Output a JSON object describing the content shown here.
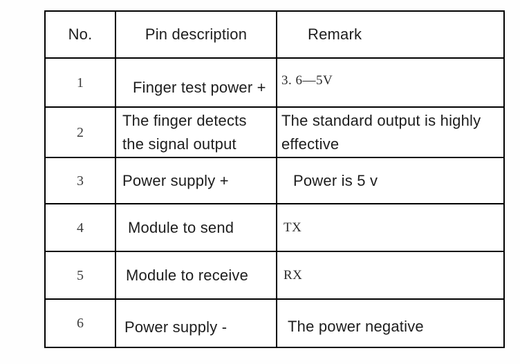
{
  "table": {
    "header": {
      "no": "No.",
      "pin": "Pin description",
      "remark": "Remark"
    },
    "rows": [
      {
        "no": "1",
        "pin_lines": [
          "Finger test power +"
        ],
        "remark_lines": [
          "3. 6—5V"
        ]
      },
      {
        "no": "2",
        "pin_lines": [
          "The finger detects",
          "the signal output"
        ],
        "remark_lines": [
          "The standard output is highly",
          "effective"
        ]
      },
      {
        "no": "3",
        "pin_lines": [
          "Power supply +"
        ],
        "remark_lines": [
          "Power is 5 v"
        ]
      },
      {
        "no": "4",
        "pin_lines": [
          "Module to send"
        ],
        "remark_lines": [
          "TX"
        ]
      },
      {
        "no": "5",
        "pin_lines": [
          "Module to receive"
        ],
        "remark_lines": [
          "RX"
        ]
      },
      {
        "no": "6",
        "pin_lines": [
          "Power supply -"
        ],
        "remark_lines": [
          "The power negative"
        ]
      }
    ]
  },
  "colors": {
    "border": "#000000",
    "text": "#1d1d1d",
    "number_text": "#3d3d3d",
    "background": "#ffffff"
  }
}
